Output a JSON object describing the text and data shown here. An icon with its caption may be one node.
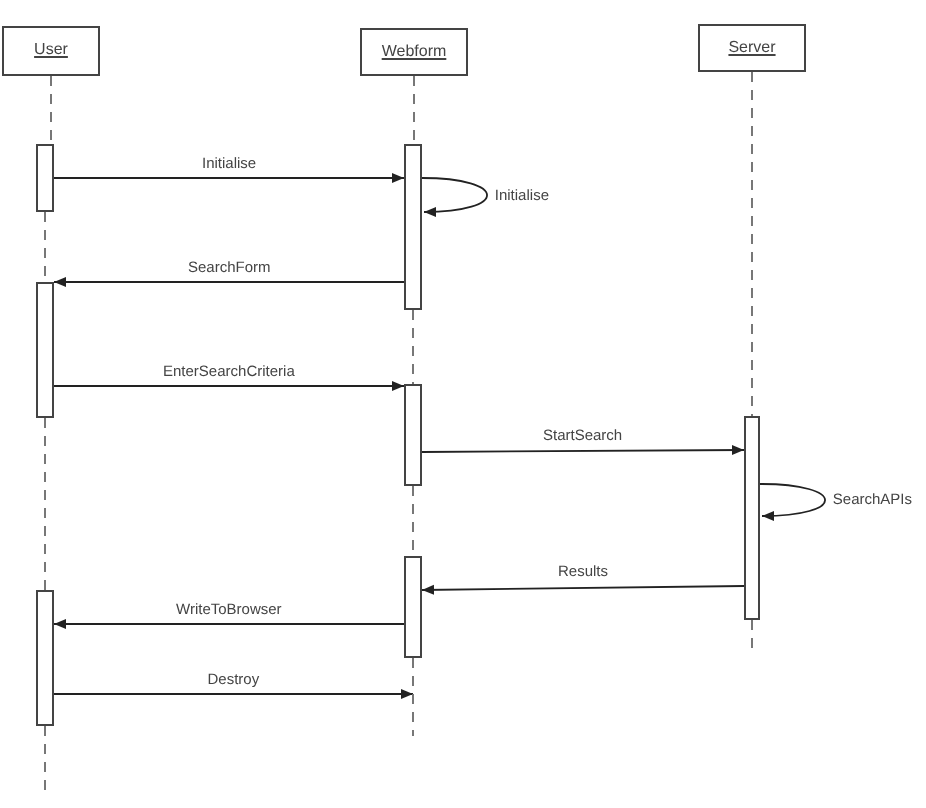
{
  "diagram": {
    "nodes": [
      {
        "text": [
          "User"
        ]
      },
      {
        "text": [
          "Webform"
        ]
      },
      {
        "text": [
          "Server"
        ]
      },
      {
        "text": [],
        "shape": "bar"
      },
      {
        "text": [],
        "shape": "bar"
      },
      {
        "text": [],
        "shape": "bar"
      },
      {
        "text": [],
        "shape": "bar"
      },
      {
        "text": [],
        "shape": "bar"
      },
      {
        "text": [],
        "shape": "bar"
      },
      {
        "text": [],
        "shape": "bar"
      }
    ],
    "edges": [
      {
        "from": 3,
        "to": 4,
        "arrow": "to",
        "label": "Initialise"
      },
      {
        "from": 4,
        "to": 4,
        "arrow": "to",
        "label": "Initialise"
      },
      {
        "from": 4,
        "to": 5,
        "arrow": "to",
        "label": "SearchForm"
      },
      {
        "from": 5,
        "to": 6,
        "arrow": "to",
        "label": "EnterSearchCriteria"
      },
      {
        "from": 6,
        "to": 7,
        "arrow": "to",
        "label": "StartSearch"
      },
      {
        "from": 7,
        "to": 7,
        "arrow": "to",
        "label": "SearchAPIs"
      },
      {
        "from": 7,
        "to": 8,
        "arrow": "to",
        "label": "Results"
      },
      {
        "from": 8,
        "to": 9,
        "arrow": "to",
        "label": "WriteToBrowser"
      },
      {
        "from": 9,
        "to": 8,
        "arrow": "to",
        "label": "Destroy"
      },
      {
        "from": 0,
        "to": 3,
        "arrow": "none",
        "style": "dashed",
        "color": "#777777"
      },
      {
        "from": 3,
        "to": 5,
        "arrow": "none",
        "style": "dashed",
        "color": "#777777"
      },
      {
        "from": 5,
        "to": 9,
        "arrow": "none",
        "style": "dashed",
        "color": "#777777"
      },
      {
        "from": 9,
        "to": null,
        "arrow": "none",
        "style": "dashed",
        "color": "#777777"
      },
      {
        "from": 1,
        "to": 4,
        "arrow": "none",
        "style": "dashed",
        "color": "#777777"
      },
      {
        "from": 4,
        "to": 6,
        "arrow": "none",
        "style": "dashed",
        "color": "#777777"
      },
      {
        "from": 6,
        "to": 8,
        "arrow": "none",
        "style": "dashed",
        "color": "#777777"
      },
      {
        "from": 8,
        "to": null,
        "arrow": "none",
        "style": "dashed",
        "color": "#777777"
      },
      {
        "from": 2,
        "to": 7,
        "arrow": "none",
        "style": "dashed",
        "color": "#777777"
      },
      {
        "from": 7,
        "to": null,
        "arrow": "none",
        "style": "dashed",
        "color": "#777777"
      }
    ]
  }
}
